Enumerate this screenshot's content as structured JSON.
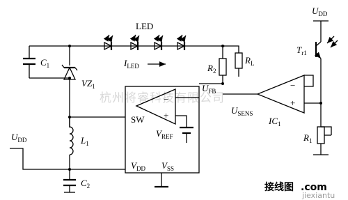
{
  "watermark": {
    "company": "杭州将睿科技有限公司",
    "site_cn": "接线图",
    "site_dotcom": ".com",
    "site_url": "jiexiantu"
  },
  "labels": {
    "led": "LED",
    "c1": "C",
    "c1_sub": "1",
    "c2": "C",
    "c2_sub": "2",
    "vz1": "VZ",
    "vz1_sub": "1",
    "l1": "L",
    "l1_sub": "1",
    "r1": "R",
    "r1_sub": "1",
    "r2": "R",
    "r2_sub": "2",
    "rl": "R",
    "rl_sub": "L",
    "ic1": "IC",
    "ic1_sub": "1",
    "sw": "SW",
    "vref": "V",
    "vref_sub": "REF",
    "vdd_pin": "V",
    "vdd_pin_sub": "DD",
    "vss_pin": "V",
    "vss_pin_sub": "SS",
    "ufb": "U",
    "ufb_sub": "FB",
    "usens": "U",
    "usens_sub": "SENS",
    "iled": "I",
    "iled_sub": "LED",
    "udd_left": "U",
    "udd_left_sub": "DD",
    "udd_right": "U",
    "udd_right_sub": "DD",
    "tr1": "T",
    "tr1_sub": "r1",
    "plus": "+",
    "minus": "−"
  }
}
